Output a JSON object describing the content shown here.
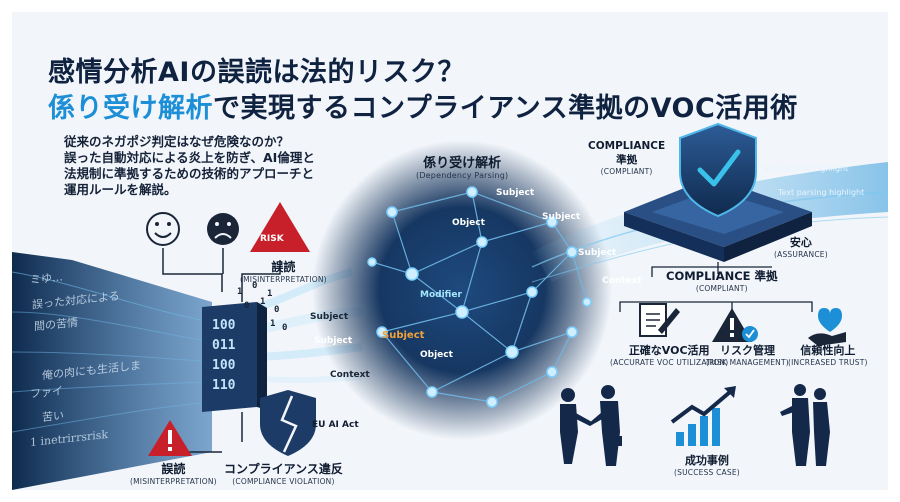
{
  "title": {
    "line1": "感情分析AIの誤読は法的リスク？",
    "line2_highlight": "係り受け解析",
    "line2_rest": "で実現するコンプライアンス準拠のVOC活用術"
  },
  "intro": [
    "従来のネガポジ判定はなぜ危険なのか？",
    "誤った自動対応による炎上を防ぎ、AI倫理と",
    "法規制に準拠するための技術的アプローチと",
    "運用ルールを解説。"
  ],
  "left": {
    "risk_badge": "RISK",
    "misinterp_top_jp": "誤読",
    "misinterp_top_en": "(MISINTERPRETATION)",
    "misinterp_bottom_jp": "誤読",
    "misinterp_bottom_en": "(MISINTERPRETATION)",
    "violation_jp": "コンプライアンス違反",
    "violation_en": "(COMPLIANCE VIOLATION)",
    "eu_ai_act": "EU AI Act",
    "binary": [
      "100",
      "011",
      "100",
      "110"
    ],
    "ghost_text": [
      "ミゆ…",
      "誤った対応による",
      "間の苦情",
      "俺の肉にも生活しま",
      "ファイ",
      "苦い",
      "1 inetrirrsrisk"
    ]
  },
  "center": {
    "title_jp": "係り受け解析",
    "title_en": "(Dependency Parsing)",
    "labels": [
      "Subject",
      "Object",
      "Subject",
      "Modifier",
      "Subject",
      "Object",
      "Context",
      "Subject",
      "Subject",
      "Context",
      "Subject"
    ]
  },
  "right": {
    "compliance_top_en": "COMPLIANCE",
    "compliance_top_jp": "準拠",
    "compliance_top_sub": "(COMPLIANT)",
    "assurance_jp": "安心",
    "assurance_en": "(ASSURANCE)",
    "compliance_mid": "COMPLIANCE 準拠",
    "compliance_mid_sub": "(COMPLIANT)",
    "highlight_texts": [
      "Text parsing highlight",
      "Text parsing highlight"
    ],
    "benefits": [
      {
        "jp": "正確なVOC活用",
        "en": "(ACCURATE VOC UTILIZATION)"
      },
      {
        "jp": "リスク管理",
        "en": "(RISK MANAGEMENT)"
      },
      {
        "jp": "信頼性向上",
        "en": "(INCREASED TRUST)"
      }
    ],
    "success_jp": "成功事例",
    "success_en": "(SUCCESS CASE)"
  },
  "colors": {
    "navy": "#0f2240",
    "accent": "#1c8fd6",
    "risk_red": "#c8202a",
    "orange": "#f2a23a",
    "green": "#2ea55a"
  }
}
